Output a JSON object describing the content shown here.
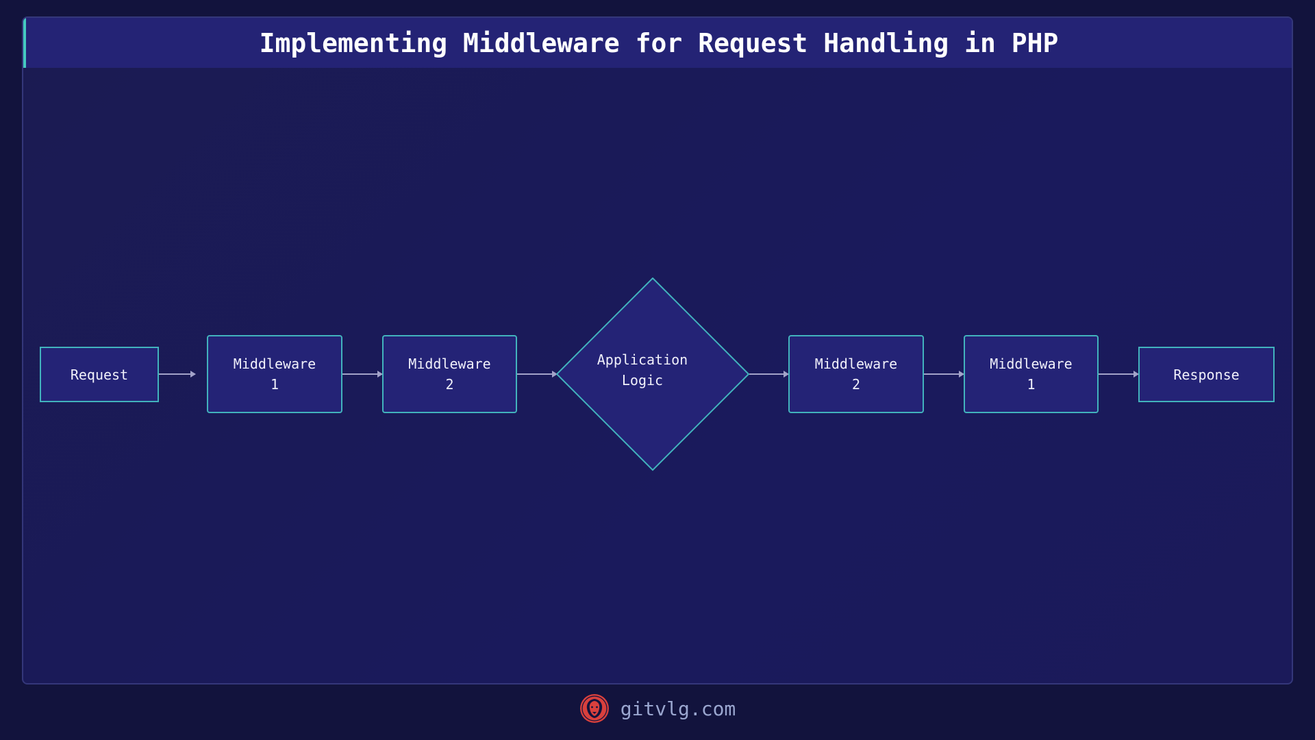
{
  "title": "Implementing Middleware for Request Handling in PHP",
  "diagram": {
    "type": "flowchart",
    "direction": "left-to-right",
    "nodes": [
      {
        "id": "request",
        "label": "Request",
        "shape": "rectangle"
      },
      {
        "id": "mw1_in",
        "label": "Middleware\n1",
        "shape": "rounded-rectangle"
      },
      {
        "id": "mw2_in",
        "label": "Middleware\n2",
        "shape": "rounded-rectangle"
      },
      {
        "id": "app",
        "label": "Application\nLogic",
        "shape": "diamond"
      },
      {
        "id": "mw2_out",
        "label": "Middleware\n2",
        "shape": "rounded-rectangle"
      },
      {
        "id": "mw1_out",
        "label": "Middleware\n1",
        "shape": "rounded-rectangle"
      },
      {
        "id": "response",
        "label": "Response",
        "shape": "rectangle"
      }
    ],
    "edges": [
      {
        "from": "request",
        "to": "mw1_in"
      },
      {
        "from": "mw1_in",
        "to": "mw2_in"
      },
      {
        "from": "mw2_in",
        "to": "app"
      },
      {
        "from": "app",
        "to": "mw2_out"
      },
      {
        "from": "mw2_out",
        "to": "mw1_out"
      },
      {
        "from": "mw1_out",
        "to": "response"
      }
    ]
  },
  "colors": {
    "background": "#12133d",
    "header": "#242375",
    "accent": "#45c9c0",
    "node_fill": "#242376",
    "node_border": "#42b3bd",
    "edge": "#a3a3c9"
  },
  "footer": {
    "logo_icon": "lion-logo-icon",
    "text": "gitvlg.com"
  }
}
